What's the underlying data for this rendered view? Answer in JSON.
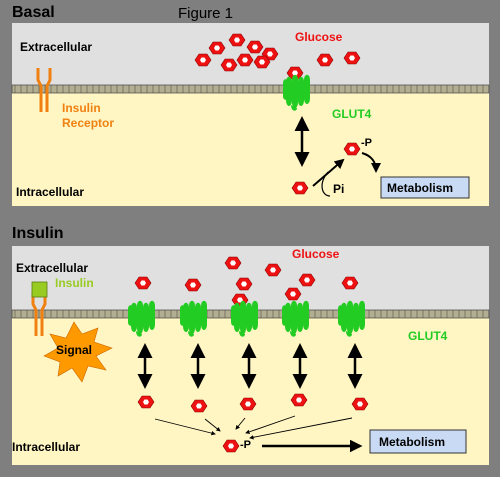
{
  "figure_title": "Figure 1",
  "basal": {
    "panel_label": "Basal",
    "extracellular": "Extracellular",
    "intracellular": "Intracellular",
    "glucose": "Glucose",
    "insulin_receptor_line1": "Insulin",
    "insulin_receptor_line2": "Receptor",
    "glut4": "GLUT4",
    "phosphate_mark": "-P",
    "pi": "Pi",
    "metabolism": "Metabolism"
  },
  "insulin": {
    "panel_label": "Insulin",
    "extracellular": "Extracellular",
    "insulin": "Insulin",
    "glucose": "Glucose",
    "glut4": "GLUT4",
    "signal": "Signal",
    "intracellular": "Intracellular",
    "phosphate_mark": "-P",
    "metabolism": "Metabolism"
  },
  "colors": {
    "background": "#7f7f7f",
    "extracellular": "#e0e0e0",
    "intracellular": "#fff6c4",
    "glucose": "#ee1111",
    "glut4": "#22cc22",
    "receptor": "#f08010",
    "insulin": "#99cc22",
    "signal": "#ff9900",
    "metabolism_box": "#c8daf4"
  },
  "icons": [
    "glucose-hexagon-icon",
    "glut4-transporter-icon",
    "insulin-receptor-icon",
    "signal-burst-icon"
  ]
}
